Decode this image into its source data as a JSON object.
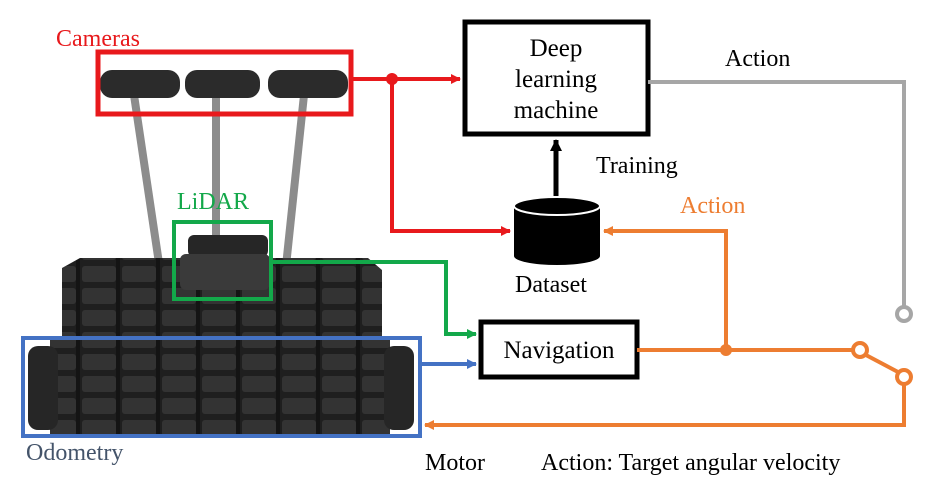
{
  "labels": {
    "cameras": "Cameras",
    "lidar": "LiDAR",
    "odometry": "Odometry",
    "dl_line1": "Deep",
    "dl_line2": "learning",
    "dl_line3": "machine",
    "action_top": "Action",
    "training": "Training",
    "action_mid": "Action",
    "dataset": "Dataset",
    "navigation": "Navigation",
    "motor": "Motor",
    "action_bottom": "Action: Target angular velocity"
  },
  "colors": {
    "cameras": "#e8191c",
    "lidar": "#13a84a",
    "odometry": "#4472c4",
    "odometry_text": "#44546a",
    "action": "#ed7d31",
    "action_gray": "#a6a6a6",
    "black": "#000000",
    "robot": "#2b2b2b",
    "pole": "#8c8c8c"
  },
  "icons": {
    "robot": "robot-illustration",
    "dataset": "database-cylinder-icon",
    "switch": "switch-symbol"
  }
}
